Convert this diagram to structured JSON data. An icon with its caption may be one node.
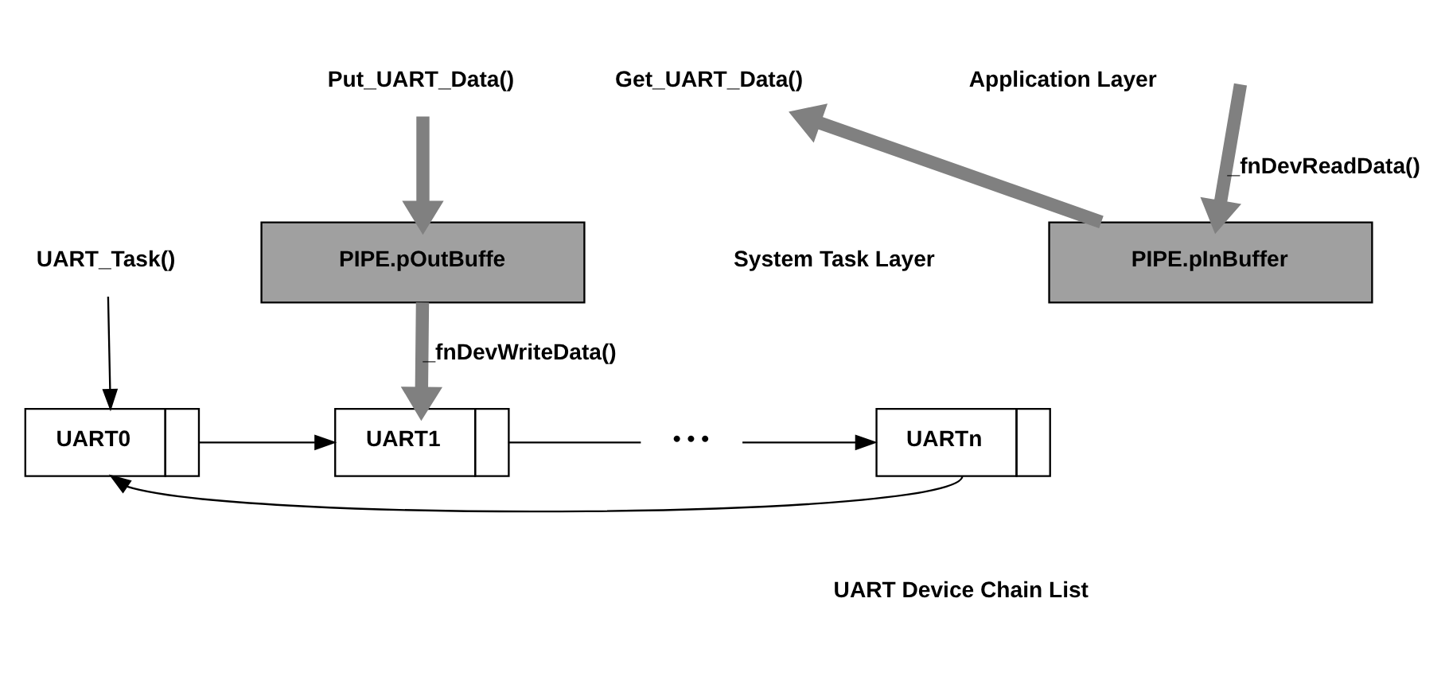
{
  "diagram": {
    "nodes": [
      {
        "text": [
          "Put_UART_Data()"
        ]
      },
      {
        "text": [
          "Get_UART_Data()"
        ]
      },
      {
        "text": [
          "PIPE.pInBuffer"
        ]
      },
      {
        "text": [
          "PIPE.pOutBuffe"
        ]
      },
      {
        "text": [
          "UART_Task()"
        ]
      },
      {
        "text": [
          "UART0"
        ]
      },
      {
        "text": [
          "UART1"
        ]
      },
      {
        "text": [
          "• • •"
        ]
      },
      {
        "text": [
          "UARTn"
        ]
      }
    ],
    "edges": [
      {
        "from": 0,
        "to": 3,
        "arrow": "to",
        "style": "thick",
        "color": "#808080"
      },
      {
        "from": 2,
        "to": 1,
        "arrow": "to",
        "style": "thick",
        "color": "#808080"
      },
      {
        "from": null,
        "to": 2,
        "arrow": "to",
        "label": "_fnDevReadData()",
        "style": "thick",
        "color": "#808080"
      },
      {
        "from": 3,
        "to": 6,
        "arrow": "to",
        "label": "_fnDevWriteData()",
        "style": "thick",
        "color": "#808080"
      },
      {
        "from": 4,
        "to": 5,
        "arrow": "to"
      },
      {
        "from": 5,
        "to": 6,
        "arrow": "to"
      },
      {
        "from": 6,
        "to": 7,
        "arrow": "none"
      },
      {
        "from": 7,
        "to": 8,
        "arrow": "to"
      },
      {
        "from": 8,
        "to": 5,
        "arrow": "to"
      }
    ],
    "labels": [
      "Application Layer",
      "System Task Layer",
      "UART Device Chain List"
    ]
  }
}
